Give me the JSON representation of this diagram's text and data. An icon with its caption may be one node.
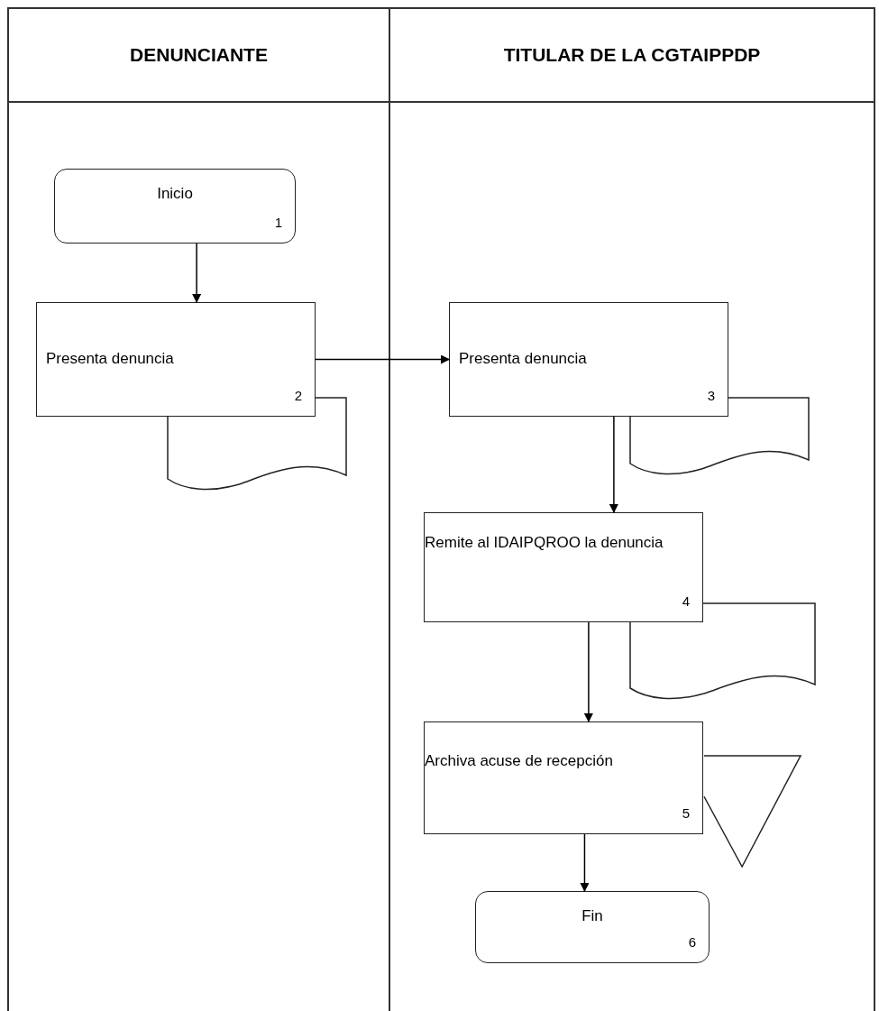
{
  "diagram": {
    "nodes": [
      {
        "text": [
          "DENUNCIANTE"
        ]
      },
      {
        "text": [
          "TITULAR DE LA CGTAIPPDP"
        ]
      },
      {
        "text": [
          "Inicio",
          "1"
        ],
        "in": 0
      },
      {
        "text": [
          "Presenta denuncia",
          "2"
        ],
        "in": 0
      },
      {
        "text": [],
        "shape": "document",
        "in": 0
      },
      {
        "text": [
          "Presenta denuncia",
          "3"
        ],
        "in": 1
      },
      {
        "text": [],
        "shape": "document",
        "in": 1
      },
      {
        "text": [
          "Remite al IDAIPQROO la denuncia",
          "4"
        ],
        "in": 1
      },
      {
        "text": [],
        "shape": "document",
        "in": 1
      },
      {
        "text": [
          "Archiva acuse de recepción",
          "5"
        ],
        "in": 1
      },
      {
        "text": [],
        "shape": "triangle",
        "in": 1
      },
      {
        "text": [
          "Fin",
          "6"
        ],
        "in": 1
      }
    ],
    "edges": [
      {
        "from": 2,
        "to": 3,
        "arrow": "to"
      },
      {
        "from": 3,
        "to": 5,
        "arrow": "to"
      },
      {
        "from": 5,
        "to": 7,
        "arrow": "to"
      },
      {
        "from": 7,
        "to": 9,
        "arrow": "to"
      },
      {
        "from": 9,
        "to": 11,
        "arrow": "to"
      }
    ]
  }
}
